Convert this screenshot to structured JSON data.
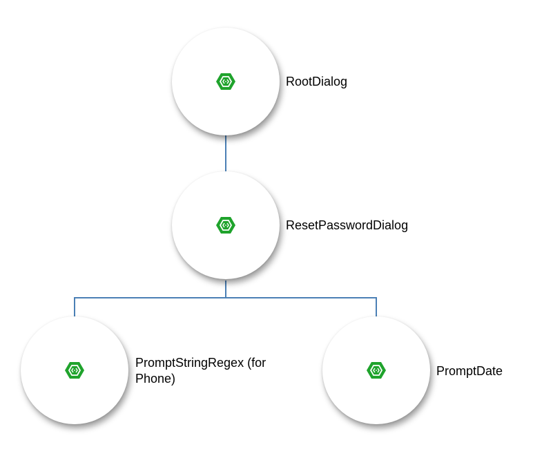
{
  "diagram": {
    "nodes": [
      {
        "id": "root",
        "label": "RootDialog",
        "icon": "dialog-hexagon-icon"
      },
      {
        "id": "reset",
        "label": "ResetPasswordDialog",
        "icon": "dialog-hexagon-icon"
      },
      {
        "id": "phone",
        "label_line1": "PromptStringRegex (for",
        "label_line2": "Phone)",
        "icon": "dialog-hexagon-icon"
      },
      {
        "id": "date",
        "label": "PromptDate",
        "icon": "dialog-hexagon-icon"
      }
    ],
    "edges": [
      {
        "from": "root",
        "to": "reset"
      },
      {
        "from": "reset",
        "to": "phone"
      },
      {
        "from": "reset",
        "to": "date"
      }
    ],
    "colors": {
      "connector": "#4a7fb5",
      "icon_fill": "#1fa32c",
      "node_fill": "#ffffff"
    }
  }
}
